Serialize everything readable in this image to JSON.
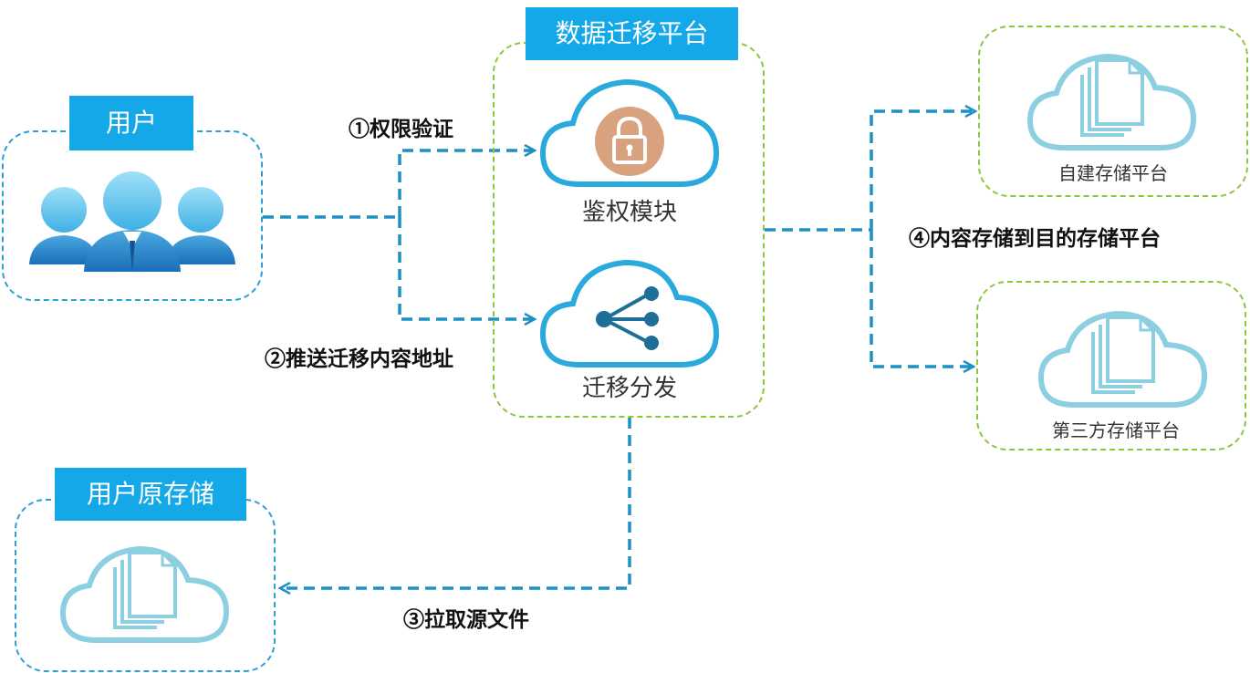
{
  "platform": {
    "title": "数据迁移平台",
    "auth_module_label": "鉴权模块",
    "distribution_label": "迁移分发"
  },
  "user": {
    "title": "用户"
  },
  "source_storage": {
    "title": "用户原存储"
  },
  "targets": {
    "self_built_label": "自建存储平台",
    "third_party_label": "第三方存储平台"
  },
  "steps": {
    "step1": "①权限验证",
    "step2": "②推送迁移内容地址",
    "step3": "③拉取源文件",
    "step4": "④内容存储到目的存储平台"
  },
  "colors": {
    "accent": "#14a8e8",
    "connector": "#1f8fc4",
    "green_border": "#8cc63f",
    "lock_fill": "#d9a27e"
  }
}
